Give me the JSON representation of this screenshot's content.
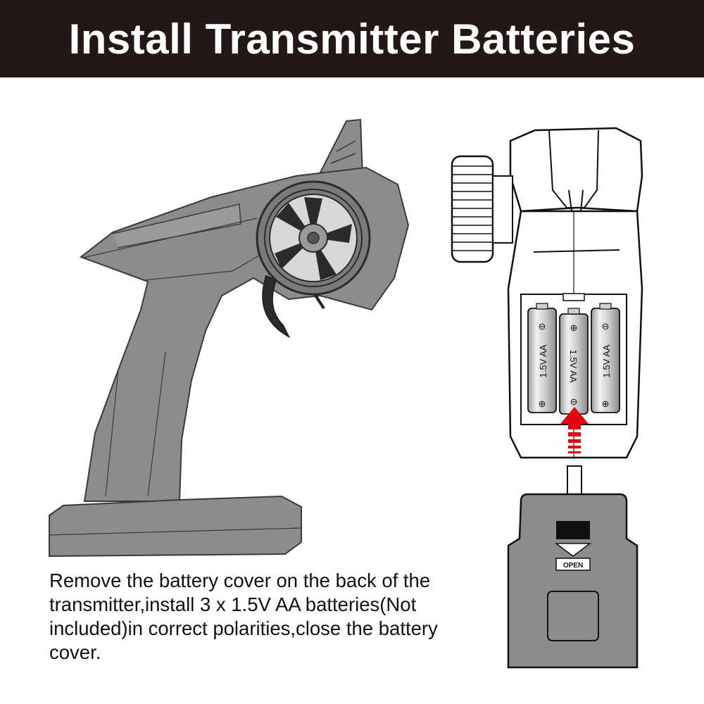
{
  "header": {
    "title": "Install Transmitter Batteries"
  },
  "instructions": "Remove the battery cover on the back of the transmitter,install 3 x 1.5V AA  batteries(Not included)in correct polarities,close the battery cover.",
  "battery": {
    "label": "1.5V  AA",
    "plus": "⊕",
    "minus": "⊖"
  },
  "cover": {
    "label": "OPEN"
  },
  "colors": {
    "banner": "#231815",
    "transmitter": "#8c8c8c",
    "arrow": "#e60012"
  },
  "icons": {
    "insert_arrow": "arrow-up-icon",
    "open_arrow": "triangle-down-icon"
  }
}
